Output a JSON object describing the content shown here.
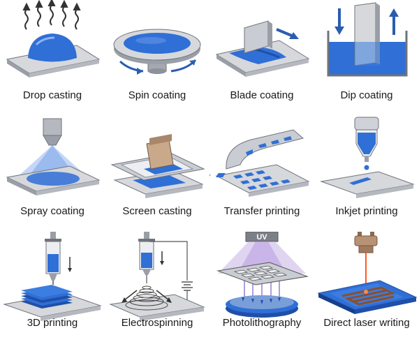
{
  "processes": [
    {
      "label": "Drop casting"
    },
    {
      "label": "Spin coating"
    },
    {
      "label": "Blade coating"
    },
    {
      "label": "Dip coating"
    },
    {
      "label": "Spray coating"
    },
    {
      "label": "Screen casting"
    },
    {
      "label": "Transfer printing"
    },
    {
      "label": "Inkjet printing"
    },
    {
      "label": "3D printing"
    },
    {
      "label": "Electrospinning"
    },
    {
      "label": "Photolithography"
    },
    {
      "label": "Direct laser writing"
    }
  ],
  "uv_text": "UV",
  "colors": {
    "ink_blue": "#2f6fd6",
    "ink_dark": "#1f4fa8",
    "substrate_top": "#d6d8dc",
    "substrate_side": "#9a9ea6",
    "frame": "#8d9199",
    "uv_glow": "#c7b3e6"
  }
}
